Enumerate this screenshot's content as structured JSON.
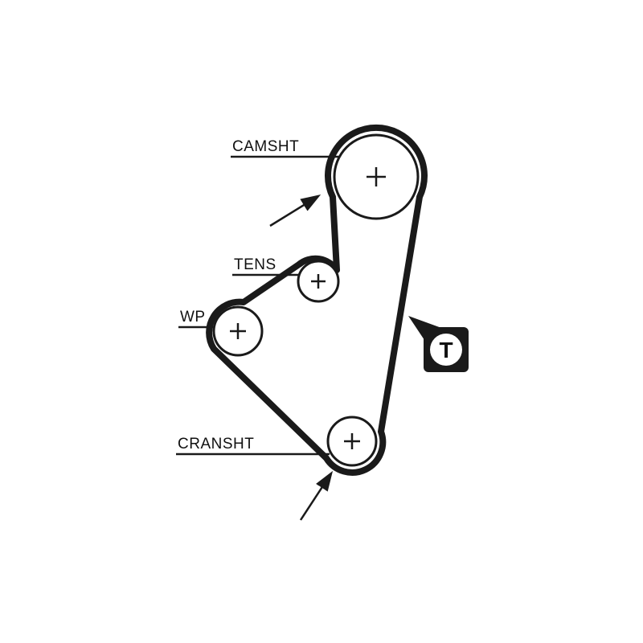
{
  "diagram": {
    "labels": {
      "camshaft": "CAMSHT",
      "tensioner": "TENS",
      "water_pump": "WP",
      "crankshaft": "CRANSHT"
    },
    "timing_mark": "T",
    "colors": {
      "line": "#1a1a1a",
      "background": "#ffffff"
    }
  }
}
